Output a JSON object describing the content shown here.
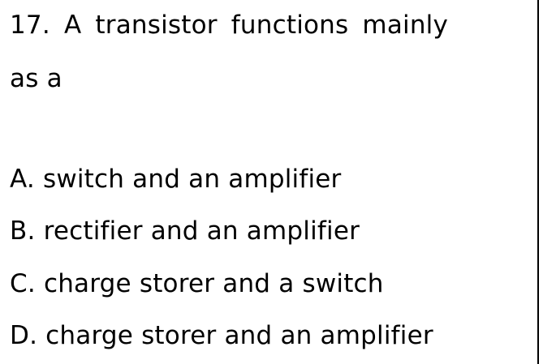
{
  "question": {
    "stem_line_1": "17. A transistor functions mainly",
    "stem_line_2": "as a"
  },
  "options": [
    {
      "text": "A. switch and an amplifier"
    },
    {
      "text": "B. rectifier and an amplifier"
    },
    {
      "text": "C. charge storer and a switch"
    },
    {
      "text": "D. charge storer and an amplifier"
    }
  ]
}
